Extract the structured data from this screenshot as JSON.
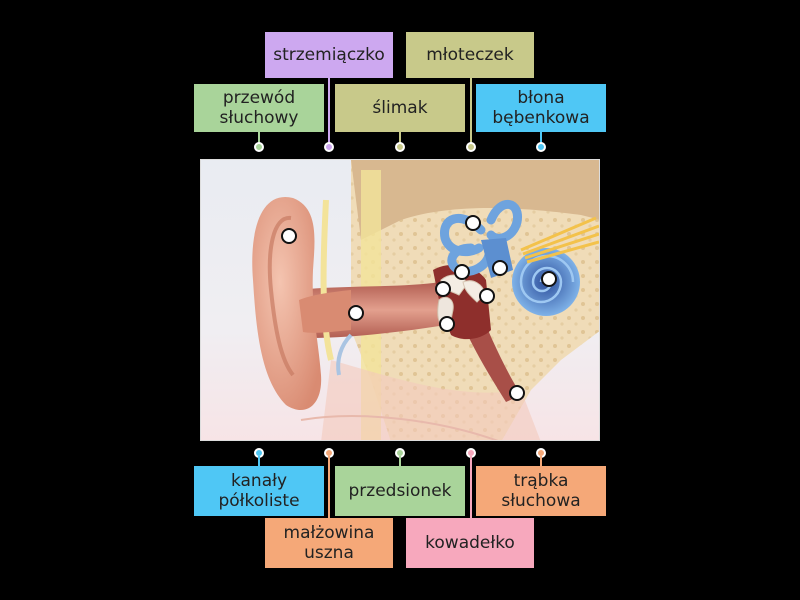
{
  "labels": {
    "strzemiaczko": {
      "text": "strzemiączko",
      "color": "#cda8f0",
      "stem": "#cda8f0"
    },
    "mloteczek": {
      "text": "młoteczek",
      "color": "#c8c98a",
      "stem": "#c8c98a"
    },
    "przewod": {
      "text": "przewód\nsłuchowy",
      "color": "#a9d49a",
      "stem": "#a9d49a"
    },
    "slimak": {
      "text": "ślimak",
      "color": "#c8c98a",
      "stem": "#c8c98a"
    },
    "blona": {
      "text": "błona\nbębenkowa",
      "color": "#4fc7f5",
      "stem": "#4fc7f5"
    },
    "kanaly": {
      "text": "kanały\npółkoliste",
      "color": "#4fc7f5",
      "stem": "#4fc7f5"
    },
    "przedsionek": {
      "text": "przedsionek",
      "color": "#a9d49a",
      "stem": "#a9d49a"
    },
    "trabka": {
      "text": "trąbka\nsłuchowa",
      "color": "#f5a878",
      "stem": "#f5a878"
    },
    "malzowina": {
      "text": "małżowina\nuszna",
      "color": "#f5a878",
      "stem": "#f5a878"
    },
    "kowadelko": {
      "text": "kowadełko",
      "color": "#f7a8bd",
      "stem": "#f7a8bd"
    }
  },
  "colors": {
    "background": "#000000",
    "skin": "#e8a58a",
    "canal": "#c77a6a",
    "bone": "#f0dcb8",
    "cochlea": "#4a7fc4"
  }
}
